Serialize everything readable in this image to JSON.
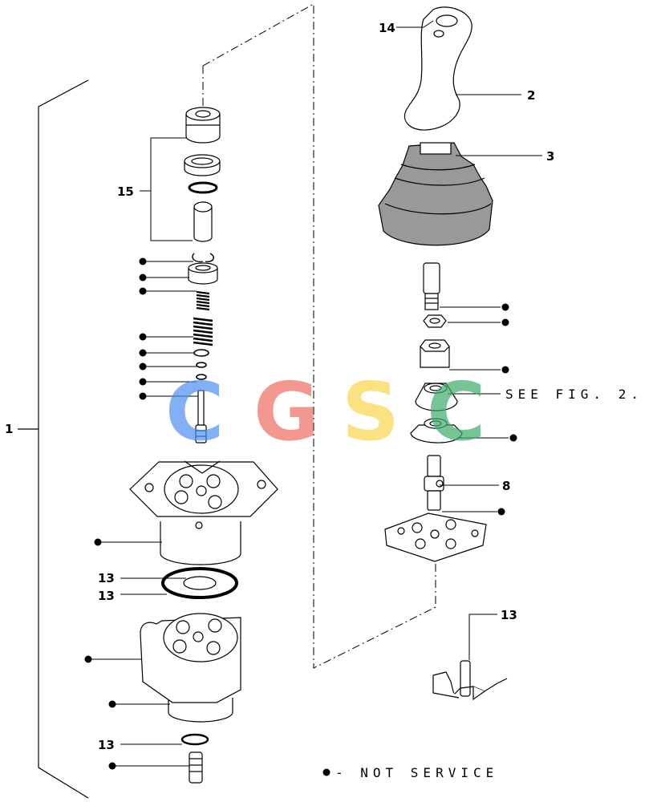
{
  "callouts": {
    "c1": "1",
    "c2": "2",
    "c3": "3",
    "c8": "8",
    "c13": "13",
    "c14": "14",
    "c15": "15"
  },
  "notes": {
    "see_fig": "SEE FIG. 2.",
    "legend_text": "- NOT SERVICE"
  },
  "watermark": {
    "letters": [
      "C",
      "G",
      "S",
      "C"
    ],
    "colors": [
      "#4f8ef0",
      "#ee6d63",
      "#fbd54f",
      "#3fac6a"
    ]
  }
}
